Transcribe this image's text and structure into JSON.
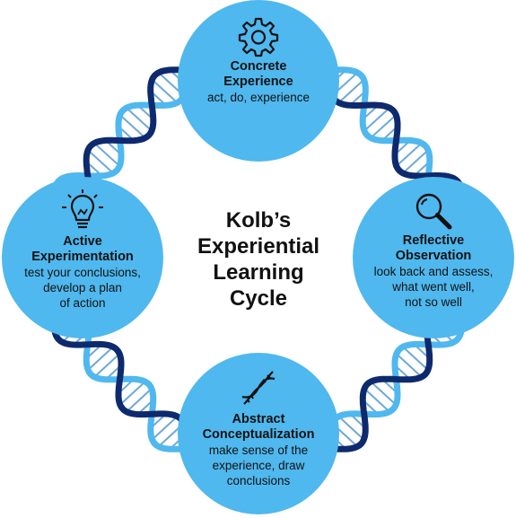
{
  "center_title": "Kolb’s\nExperiential\nLearning\nCycle",
  "colors": {
    "circle": "#4fb8ee",
    "helix_dark": "#0e2a6e",
    "helix_light": "#4fb8ee",
    "text": "#121212"
  },
  "stages": {
    "top": {
      "icon": "gear-icon",
      "title": "Concrete\nExperience",
      "description": "act, do, experience"
    },
    "right": {
      "icon": "magnifier-icon",
      "title": "Reflective\nObservation",
      "description": "look back and assess,\nwhat went well,\nnot so well"
    },
    "bottom": {
      "icon": "dna-icon",
      "title": "Abstract\nConceptualization",
      "description": "make sense of the\nexperience, draw\nconclusions"
    },
    "left": {
      "icon": "lightbulb-icon",
      "title": "Active\nExperimentation",
      "description": "test your conclusions,\ndevelop a plan\nof action"
    }
  }
}
